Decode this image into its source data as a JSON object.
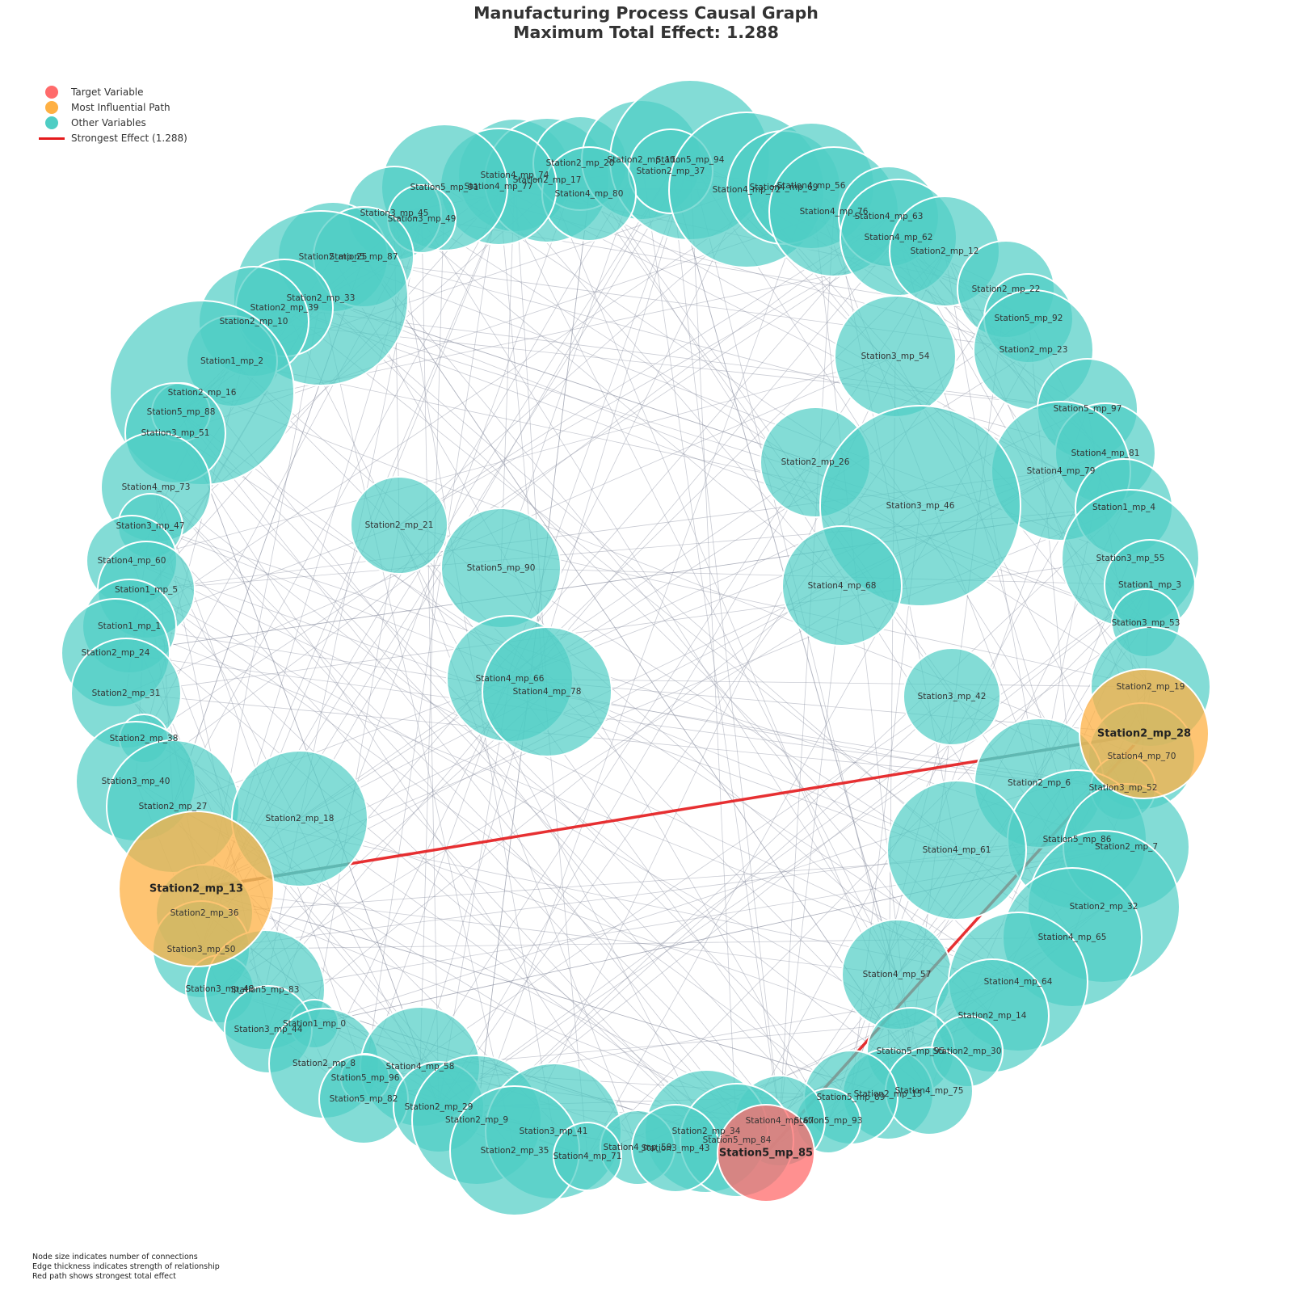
{
  "title": {
    "line1": "Manufacturing Process Causal Graph",
    "line2": "Maximum Total Effect: 1.288"
  },
  "legend": {
    "items": [
      {
        "label": "Target Variable",
        "color": "#ff6b6b",
        "kind": "dot"
      },
      {
        "label": "Most Influential Path",
        "color": "#feb043",
        "kind": "dot"
      },
      {
        "label": "Other Variables",
        "color": "#4ecdc4",
        "kind": "dot"
      },
      {
        "label": "Strongest Effect (1.288)",
        "color": "#e41a1c",
        "kind": "line"
      }
    ]
  },
  "footnote": {
    "line1": "Node size indicates number of connections",
    "line2": "Edge thickness indicates strength of relationship",
    "line3": "Red path shows strongest total effect"
  },
  "colors": {
    "target": "#ff6b6b",
    "path": "#feb043",
    "other": "#4ecdc4",
    "strongest_edge": "#e41a1c",
    "edge": "#8a8fa0",
    "path_edge": "#888888"
  },
  "chart_data": {
    "type": "network",
    "max_total_effect": 1.288,
    "target_node": "Station5_mp_85",
    "strongest_path": [
      "Station2_mp_13",
      "Station2_mp_28",
      "Station5_mp_85"
    ],
    "nodes": [
      {
        "id": "Station2_mp_13",
        "role": "path"
      },
      {
        "id": "Station2_mp_28",
        "role": "path"
      },
      {
        "id": "Station5_mp_85",
        "role": "target"
      },
      {
        "id": "Station4_mp_74",
        "role": "other"
      },
      {
        "id": "Station2_mp_17",
        "role": "other"
      },
      {
        "id": "Station2_mp_20",
        "role": "other"
      },
      {
        "id": "Station2_mp_11",
        "role": "other"
      },
      {
        "id": "Station5_mp_94",
        "role": "other"
      },
      {
        "id": "Station2_mp_37",
        "role": "other"
      },
      {
        "id": "Station4_mp_80",
        "role": "other"
      },
      {
        "id": "Station4_mp_77",
        "role": "other"
      },
      {
        "id": "Station5_mp_91",
        "role": "other"
      },
      {
        "id": "Station3_mp_45",
        "role": "other"
      },
      {
        "id": "Station3_mp_49",
        "role": "other"
      },
      {
        "id": "Station4_mp_72",
        "role": "other"
      },
      {
        "id": "Station4_mp_69",
        "role": "other"
      },
      {
        "id": "Station4_mp_56",
        "role": "other"
      },
      {
        "id": "Station4_mp_76",
        "role": "other"
      },
      {
        "id": "Station4_mp_63",
        "role": "other"
      },
      {
        "id": "Station4_mp_62",
        "role": "other"
      },
      {
        "id": "Station2_mp_12",
        "role": "other"
      },
      {
        "id": "Station2_mp_25",
        "role": "other"
      },
      {
        "id": "Station5_mp_87",
        "role": "other"
      },
      {
        "id": "Station2_mp_33",
        "role": "other"
      },
      {
        "id": "Station2_mp_39",
        "role": "other"
      },
      {
        "id": "Station2_mp_10",
        "role": "other"
      },
      {
        "id": "Station1_mp_2",
        "role": "other"
      },
      {
        "id": "Station2_mp_22",
        "role": "other"
      },
      {
        "id": "Station5_mp_92",
        "role": "other"
      },
      {
        "id": "Station2_mp_23",
        "role": "other"
      },
      {
        "id": "Station3_mp_54",
        "role": "other"
      },
      {
        "id": "Station2_mp_16",
        "role": "other"
      },
      {
        "id": "Station5_mp_88",
        "role": "other"
      },
      {
        "id": "Station3_mp_51",
        "role": "other"
      },
      {
        "id": "Station5_mp_97",
        "role": "other"
      },
      {
        "id": "Station4_mp_81",
        "role": "other"
      },
      {
        "id": "Station4_mp_79",
        "role": "other"
      },
      {
        "id": "Station2_mp_26",
        "role": "other"
      },
      {
        "id": "Station3_mp_46",
        "role": "other"
      },
      {
        "id": "Station1_mp_4",
        "role": "other"
      },
      {
        "id": "Station4_mp_73",
        "role": "other"
      },
      {
        "id": "Station2_mp_21",
        "role": "other"
      },
      {
        "id": "Station3_mp_47",
        "role": "other"
      },
      {
        "id": "Station3_mp_55",
        "role": "other"
      },
      {
        "id": "Station4_mp_60",
        "role": "other"
      },
      {
        "id": "Station5_mp_90",
        "role": "other"
      },
      {
        "id": "Station4_mp_68",
        "role": "other"
      },
      {
        "id": "Station1_mp_5",
        "role": "other"
      },
      {
        "id": "Station1_mp_3",
        "role": "other"
      },
      {
        "id": "Station1_mp_1",
        "role": "other"
      },
      {
        "id": "Station3_mp_53",
        "role": "other"
      },
      {
        "id": "Station2_mp_24",
        "role": "other"
      },
      {
        "id": "Station4_mp_66",
        "role": "other"
      },
      {
        "id": "Station4_mp_78",
        "role": "other"
      },
      {
        "id": "Station2_mp_19",
        "role": "other"
      },
      {
        "id": "Station2_mp_31",
        "role": "other"
      },
      {
        "id": "Station3_mp_42",
        "role": "other"
      },
      {
        "id": "Station2_mp_38",
        "role": "other"
      },
      {
        "id": "Station4_mp_70",
        "role": "other"
      },
      {
        "id": "Station3_mp_40",
        "role": "other"
      },
      {
        "id": "Station2_mp_6",
        "role": "other"
      },
      {
        "id": "Station3_mp_52",
        "role": "other"
      },
      {
        "id": "Station2_mp_27",
        "role": "other"
      },
      {
        "id": "Station2_mp_18",
        "role": "other"
      },
      {
        "id": "Station5_mp_86",
        "role": "other"
      },
      {
        "id": "Station4_mp_61",
        "role": "other"
      },
      {
        "id": "Station2_mp_7",
        "role": "other"
      },
      {
        "id": "Station2_mp_36",
        "role": "other"
      },
      {
        "id": "Station2_mp_32",
        "role": "other"
      },
      {
        "id": "Station4_mp_65",
        "role": "other"
      },
      {
        "id": "Station3_mp_50",
        "role": "other"
      },
      {
        "id": "Station4_mp_57",
        "role": "other"
      },
      {
        "id": "Station3_mp_48",
        "role": "other"
      },
      {
        "id": "Station5_mp_83",
        "role": "other"
      },
      {
        "id": "Station4_mp_64",
        "role": "other"
      },
      {
        "id": "Station1_mp_0",
        "role": "other"
      },
      {
        "id": "Station3_mp_44",
        "role": "other"
      },
      {
        "id": "Station2_mp_14",
        "role": "other"
      },
      {
        "id": "Station2_mp_8",
        "role": "other"
      },
      {
        "id": "Station4_mp_58",
        "role": "other"
      },
      {
        "id": "Station5_mp_95",
        "role": "other"
      },
      {
        "id": "Station2_mp_30",
        "role": "other"
      },
      {
        "id": "Station5_mp_96",
        "role": "other"
      },
      {
        "id": "Station2_mp_15",
        "role": "other"
      },
      {
        "id": "Station4_mp_75",
        "role": "other"
      },
      {
        "id": "Station5_mp_82",
        "role": "other"
      },
      {
        "id": "Station2_mp_29",
        "role": "other"
      },
      {
        "id": "Station5_mp_89",
        "role": "other"
      },
      {
        "id": "Station5_mp_93",
        "role": "other"
      },
      {
        "id": "Station2_mp_9",
        "role": "other"
      },
      {
        "id": "Station4_mp_67",
        "role": "other"
      },
      {
        "id": "Station3_mp_41",
        "role": "other"
      },
      {
        "id": "Station2_mp_34",
        "role": "other"
      },
      {
        "id": "Station5_mp_84",
        "role": "other"
      },
      {
        "id": "Station4_mp_59",
        "role": "other"
      },
      {
        "id": "Station3_mp_43",
        "role": "other"
      },
      {
        "id": "Station2_mp_35",
        "role": "other"
      },
      {
        "id": "Station4_mp_71",
        "role": "other"
      }
    ]
  }
}
